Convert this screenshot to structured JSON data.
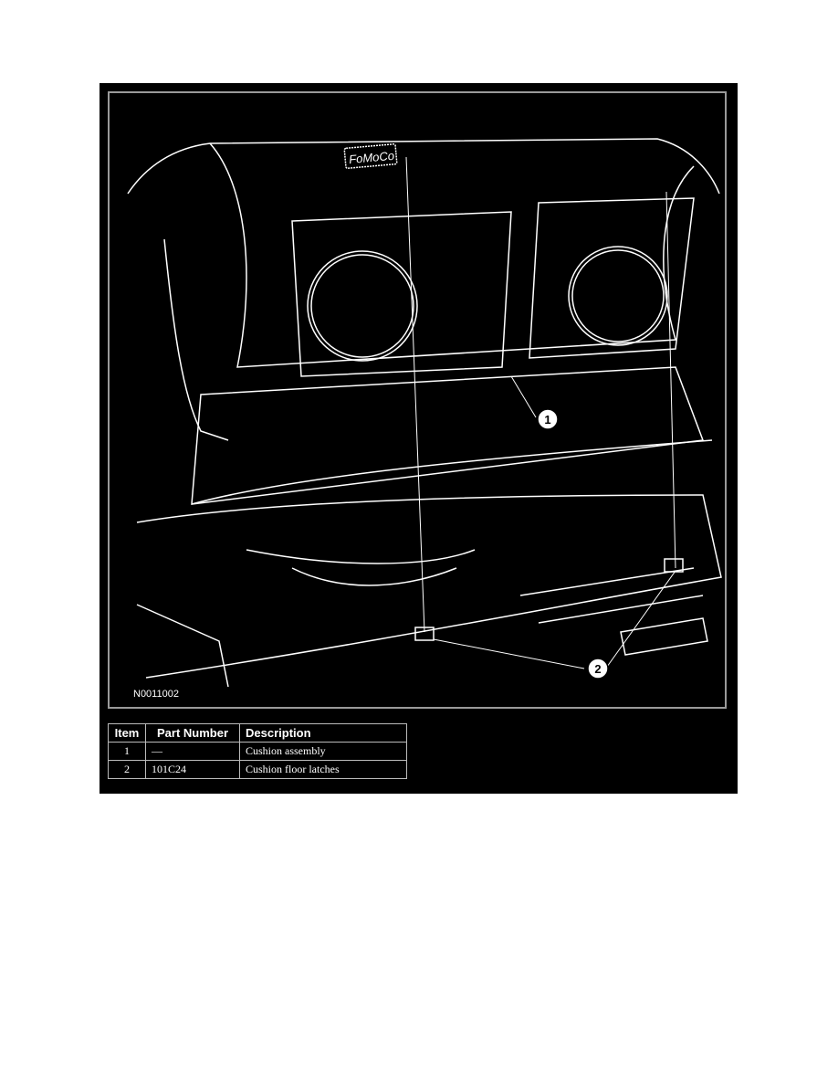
{
  "figure": {
    "id": "N0011002",
    "logo_text": "FoMoCo",
    "callouts": [
      "1",
      "2"
    ]
  },
  "table": {
    "headers": [
      "Item",
      "Part Number",
      "Description"
    ],
    "rows": [
      {
        "item": "1",
        "part_number": "—",
        "description": "Cushion assembly"
      },
      {
        "item": "2",
        "part_number": "101C24",
        "description": "Cushion floor latches"
      }
    ]
  }
}
